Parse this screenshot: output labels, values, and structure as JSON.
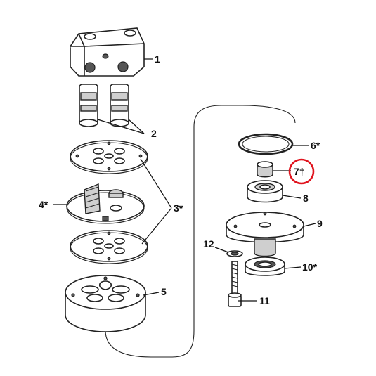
{
  "diagram": {
    "callouts": {
      "p1": "1",
      "p2": "2",
      "p3": "3*",
      "p4": "4*",
      "p5": "5",
      "p6": "6*",
      "p7": "7†",
      "p8": "8",
      "p9": "9",
      "p10": "10*",
      "p11": "11",
      "p12": "12"
    },
    "highlight_color": "#e0141e",
    "line_color": "#222222"
  }
}
